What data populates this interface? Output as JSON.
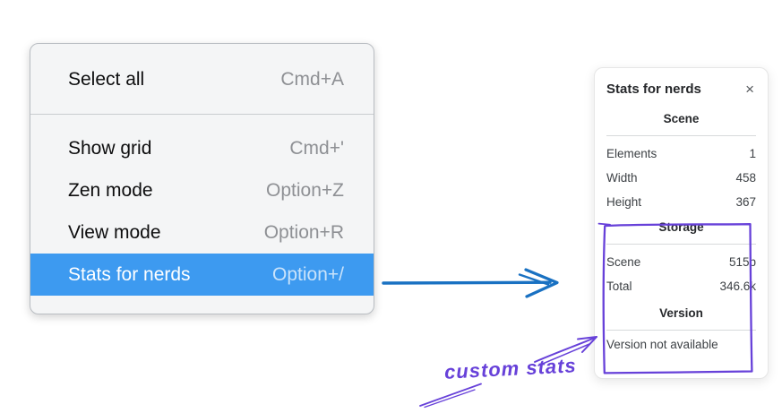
{
  "colors": {
    "menu_highlight": "#3d9af0",
    "arrow_blue": "#1971c2",
    "annotation_purple": "#6741d9"
  },
  "context_menu": {
    "items": [
      {
        "label": "Select all",
        "shortcut": "Cmd+A",
        "selected": false
      },
      {
        "label": "Show grid",
        "shortcut": "Cmd+'",
        "selected": false
      },
      {
        "label": "Zen mode",
        "shortcut": "Option+Z",
        "selected": false
      },
      {
        "label": "View mode",
        "shortcut": "Option+R",
        "selected": false
      },
      {
        "label": "Stats for nerds",
        "shortcut": "Option+/",
        "selected": true
      }
    ]
  },
  "stats_panel": {
    "title": "Stats for nerds",
    "close_icon": "×",
    "sections": [
      {
        "heading": "Scene",
        "rows": [
          [
            "Elements",
            "1"
          ],
          [
            "Width",
            "458"
          ],
          [
            "Height",
            "367"
          ]
        ]
      },
      {
        "heading": "Storage",
        "rows": [
          [
            "Scene",
            "515b"
          ],
          [
            "Total",
            "346.6k"
          ]
        ]
      },
      {
        "heading": "Version",
        "rows": [],
        "note": "Version not available"
      }
    ]
  },
  "annotations": {
    "label": "custom stats"
  }
}
